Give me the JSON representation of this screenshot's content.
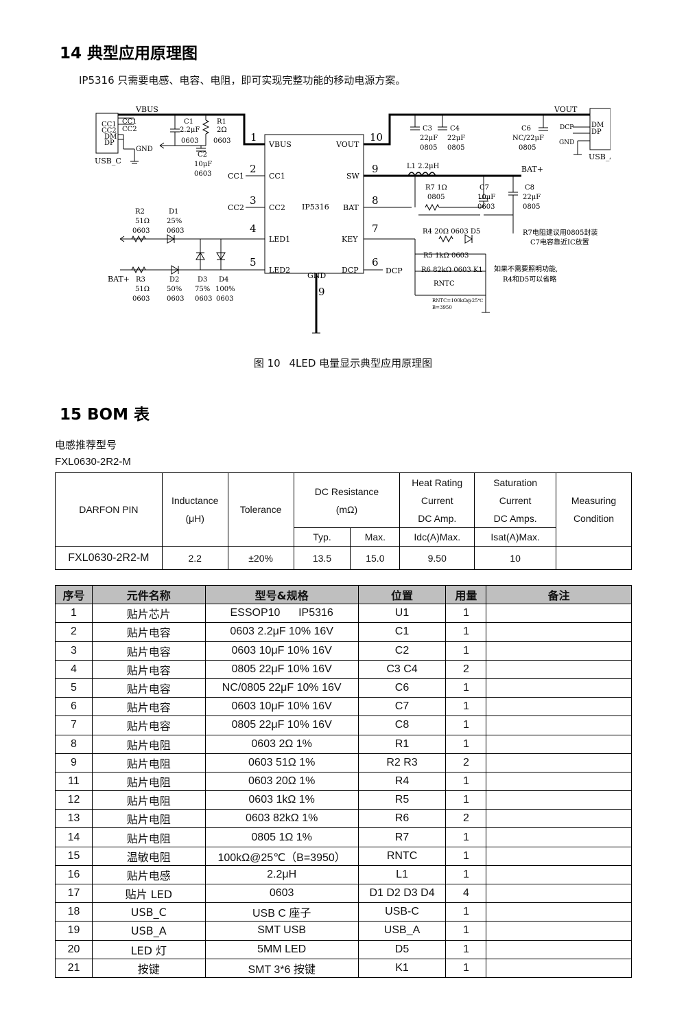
{
  "section14": {
    "title": "14 典型应用原理图",
    "intro": "IP5316 只需要电感、电容、电阻，即可实现完整功能的移动电源方案。"
  },
  "schematic": {
    "chip": "IP5316",
    "labels": {
      "vbus": "VBUS",
      "vout": "VOUT",
      "bat_plus": "BAT+",
      "bat_plus_left": "BAT+",
      "usb_c": "USB_C",
      "usb_a": "USB_A",
      "gnd_usbc": "GND",
      "gnd_usba": "GND",
      "gnd_chip": "GND",
      "cc1_net": "CC1",
      "cc2_net": "CC2",
      "dcp_net": "DCP",
      "dcp_usba": "DCP",
      "usbc_pins": [
        "CC1",
        "CC2",
        "DM",
        "DP"
      ],
      "usbc_net_cc1": "CC1",
      "usbc_net_cc2": "CC2",
      "usba_dm": "DM",
      "usba_dp": "DP",
      "pin_vbus": "VBUS",
      "pin_cc1": "CC1",
      "pin_cc2": "CC2",
      "pin_led1": "LED1",
      "pin_led2": "LED2",
      "pin_vout": "VOUT",
      "pin_sw": "SW",
      "pin_bat": "BAT",
      "pin_key": "KEY",
      "pin_dcp": "DCP",
      "num_1": "1",
      "num_2": "2",
      "num_3": "3",
      "num_4": "4",
      "num_5": "5",
      "num_6": "6",
      "num_7": "7",
      "num_8": "8",
      "num_9a": "9",
      "num_9b": "9",
      "num_10": "10",
      "c1": [
        "C1",
        "2.2μF",
        "0603"
      ],
      "r1": [
        "R1",
        "2Ω",
        "0603"
      ],
      "c2": [
        "C2",
        "10μF",
        "0603"
      ],
      "c3": [
        "C3",
        "22μF",
        "0805"
      ],
      "c4": [
        "C4",
        "22μF",
        "0805"
      ],
      "c6": [
        "C6",
        "NC/22μF",
        "0805"
      ],
      "l1": "L1   2.2μH",
      "r7": [
        "R7 1Ω",
        "0805"
      ],
      "c7": [
        "C7",
        "10μF",
        "0603"
      ],
      "c8": [
        "C8",
        "22μF",
        "0805"
      ],
      "r2": [
        "R2",
        "51Ω",
        "0603"
      ],
      "d1": [
        "D1",
        "25%",
        "0603"
      ],
      "r3": [
        "R3",
        "51Ω",
        "0603"
      ],
      "d2": [
        "D2",
        "50%",
        "0603"
      ],
      "d3": [
        "D3",
        "75%",
        "0603"
      ],
      "d4": [
        "D4",
        "100%",
        "0603"
      ],
      "r4d5": "R4 20Ω 0603   D5",
      "r5": "R5 1kΩ 0603",
      "r6k1": "R6 82kΩ 0603  K1",
      "rntc": "RNTC",
      "rntc_note1": "RNTC=100kΩ@25℃",
      "rntc_note2": "B=3950",
      "note_r7": "R7电阻建议用0805封装",
      "note_c7": "C7电容靠近IC放置",
      "note_r4_1": "如果不需要照明功能,",
      "note_r4_2": "R4和D5可以省略"
    }
  },
  "figure_caption": {
    "fig": "图 10",
    "text": "4LED 电量显示典型应用原理图"
  },
  "section15": {
    "title": "15 BOM 表"
  },
  "inductor": {
    "label": "电感推荐型号",
    "model": "FXL0630-2R2-M",
    "headers": {
      "pin": "DARFON PIN",
      "inductance_1": "Inductance",
      "inductance_2": "(μH)",
      "tolerance": "Tolerance",
      "dcr_1": "DC Resistance",
      "dcr_2": "(mΩ)",
      "heat_1": "Heat Rating",
      "heat_2": "Current",
      "heat_3": "DC Amp.",
      "sat_1": "Saturation",
      "sat_2": "Current",
      "sat_3": "DC Amps.",
      "meas_1": "Measuring",
      "meas_2": "Condition",
      "typ": "Typ.",
      "max": "Max.",
      "idc": "Idc(A)Max.",
      "isat": "Isat(A)Max."
    },
    "row": {
      "pin": "FXL0630-2R2-M",
      "inductance": "2.2",
      "tolerance": "±20%",
      "typ": "13.5",
      "max": "15.0",
      "idc": "9.50",
      "isat": "10",
      "cond": ""
    }
  },
  "bom": {
    "headers": [
      "序号",
      "元件名称",
      "型号&规格",
      "位置",
      "用量",
      "备注"
    ],
    "rows": [
      [
        "1",
        "贴片芯片",
        "ESSOP10      IP5316",
        "U1",
        "1",
        ""
      ],
      [
        "2",
        "贴片电容",
        "0603 2.2μF 10% 16V",
        "C1",
        "1",
        ""
      ],
      [
        "3",
        "贴片电容",
        "0603 10μF 10% 16V",
        "C2",
        "1",
        ""
      ],
      [
        "4",
        "贴片电容",
        "0805 22μF 10% 16V",
        "C3 C4",
        "2",
        ""
      ],
      [
        "5",
        "贴片电容",
        "NC/0805 22μF 10% 16V",
        "C6",
        "1",
        ""
      ],
      [
        "6",
        "贴片电容",
        "0603 10μF 10% 16V",
        "C7",
        "1",
        ""
      ],
      [
        "7",
        "贴片电容",
        "0805 22μF 10% 16V",
        "C8",
        "1",
        ""
      ],
      [
        "8",
        "贴片电阻",
        "0603 2Ω 1%",
        "R1",
        "1",
        ""
      ],
      [
        "9",
        "贴片电阻",
        "0603 51Ω 1%",
        "R2 R3",
        "2",
        ""
      ],
      [
        "11",
        "贴片电阻",
        "0603 20Ω 1%",
        "R4",
        "1",
        ""
      ],
      [
        "12",
        "贴片电阻",
        "0603 1kΩ 1%",
        "R5",
        "1",
        ""
      ],
      [
        "13",
        "贴片电阻",
        "0603 82kΩ 1%",
        "R6",
        "2",
        ""
      ],
      [
        "14",
        "贴片电阻",
        "0805 1Ω 1%",
        "R7",
        "1",
        ""
      ],
      [
        "15",
        "温敏电阻",
        "100kΩ@25℃（B=3950）",
        "RNTC",
        "1",
        ""
      ],
      [
        "16",
        "贴片电感",
        "2.2μH",
        "L1",
        "1",
        ""
      ],
      [
        "17",
        "贴片 LED",
        "0603",
        "D1 D2 D3 D4",
        "4",
        ""
      ],
      [
        "18",
        "USB_C",
        "USB C 座子",
        "USB-C",
        "1",
        ""
      ],
      [
        "19",
        "USB_A",
        "SMT USB",
        "USB_A",
        "1",
        ""
      ],
      [
        "20",
        "LED 灯",
        "5MM LED",
        "D5",
        "1",
        ""
      ],
      [
        "21",
        "按键",
        "SMT 3*6 按键",
        "K1",
        "1",
        ""
      ]
    ]
  }
}
